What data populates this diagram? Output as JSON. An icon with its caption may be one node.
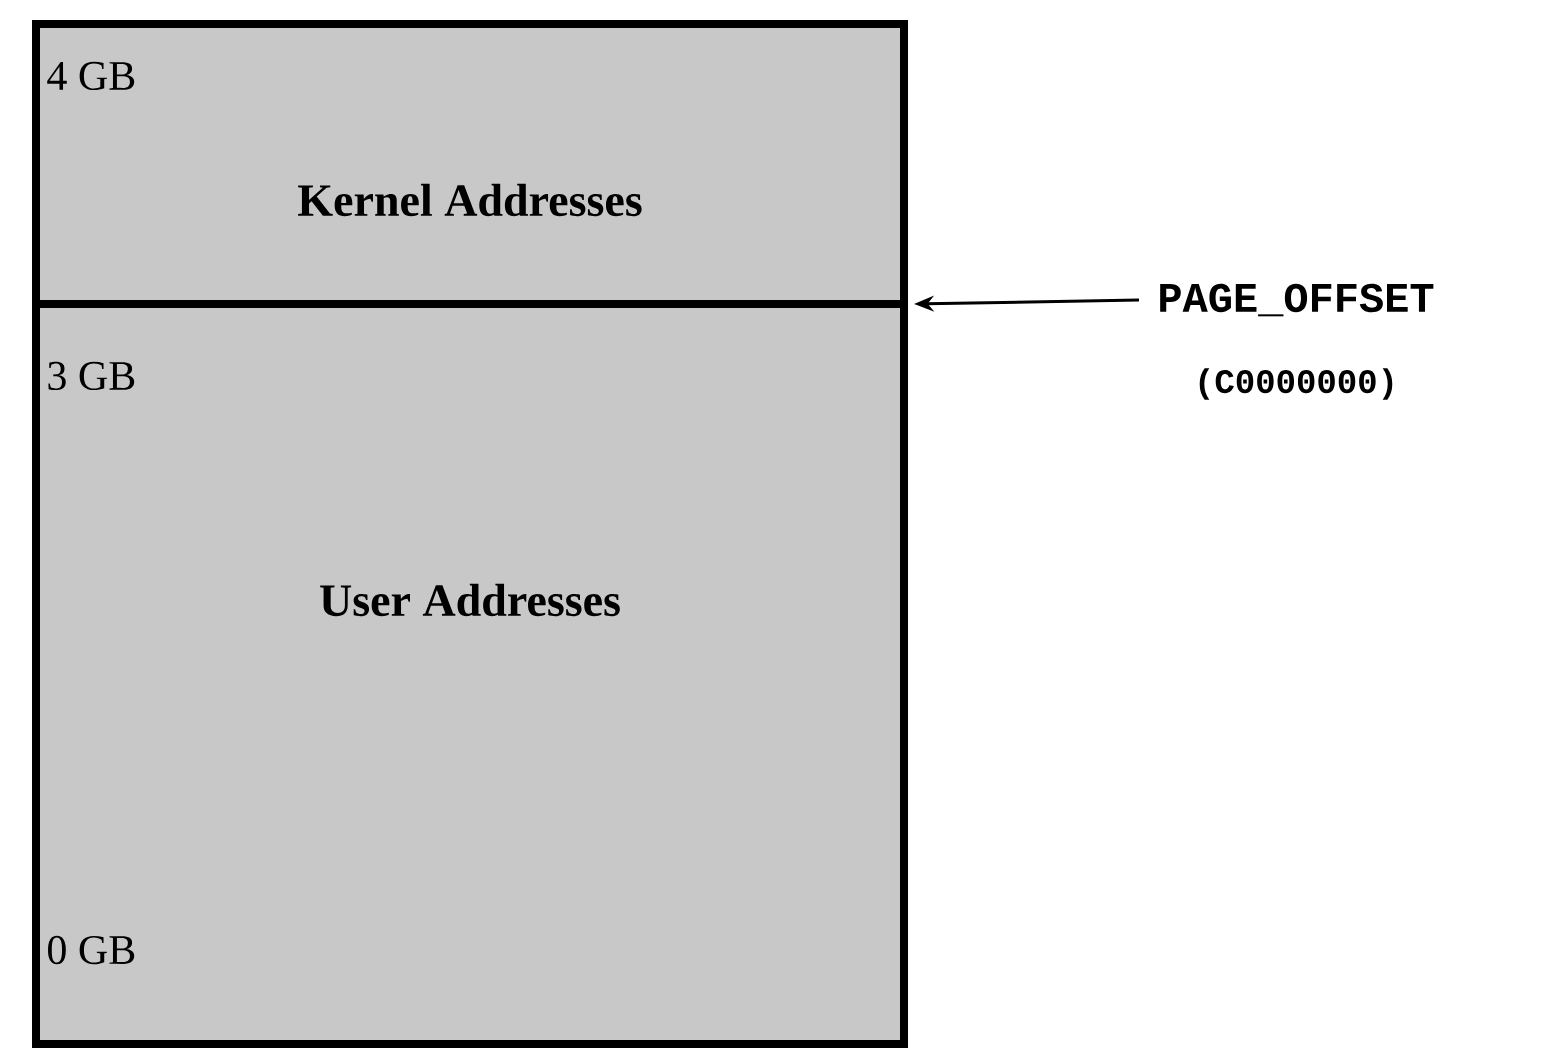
{
  "diagram": {
    "nodes": [
      {
        "text": [
          "4 GB",
          "Kernel Addresses"
        ]
      },
      {
        "text": [
          "3 GB",
          "User Addresses",
          "0 GB"
        ]
      },
      {
        "text": [
          "PAGE_OFFSET",
          "(C0000000)"
        ]
      }
    ],
    "edges": [
      {
        "from": 2,
        "to": 0,
        "arrow": "to"
      }
    ]
  }
}
